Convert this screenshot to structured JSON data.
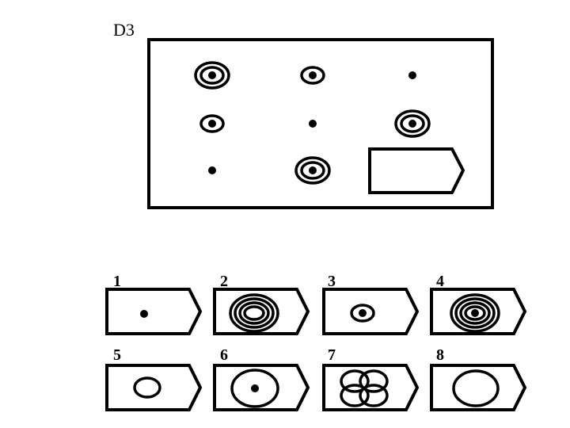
{
  "puzzle": {
    "title": "D3",
    "matrix": {
      "cells": [
        {
          "rings": 2,
          "dot": true
        },
        {
          "rings": 1,
          "dot": true
        },
        {
          "rings": 0,
          "dot": true
        },
        {
          "rings": 1,
          "dot": true
        },
        {
          "rings": 0,
          "dot": true
        },
        {
          "rings": 2,
          "dot": true
        },
        {
          "rings": 0,
          "dot": true
        },
        {
          "rings": 2,
          "dot": true
        },
        {
          "missing": true
        }
      ]
    },
    "options": [
      {
        "label": "1",
        "figure": "dot"
      },
      {
        "label": "2",
        "figure": "many-rings"
      },
      {
        "label": "3",
        "figure": "one-ring-dot"
      },
      {
        "label": "4",
        "figure": "many-rings-dot"
      },
      {
        "label": "5",
        "figure": "small-ring"
      },
      {
        "label": "6",
        "figure": "large-ring-dot"
      },
      {
        "label": "7",
        "figure": "four-rings"
      },
      {
        "label": "8",
        "figure": "large-ring"
      }
    ]
  },
  "colors": {
    "ink": "#000000",
    "paper": "#ffffff"
  }
}
